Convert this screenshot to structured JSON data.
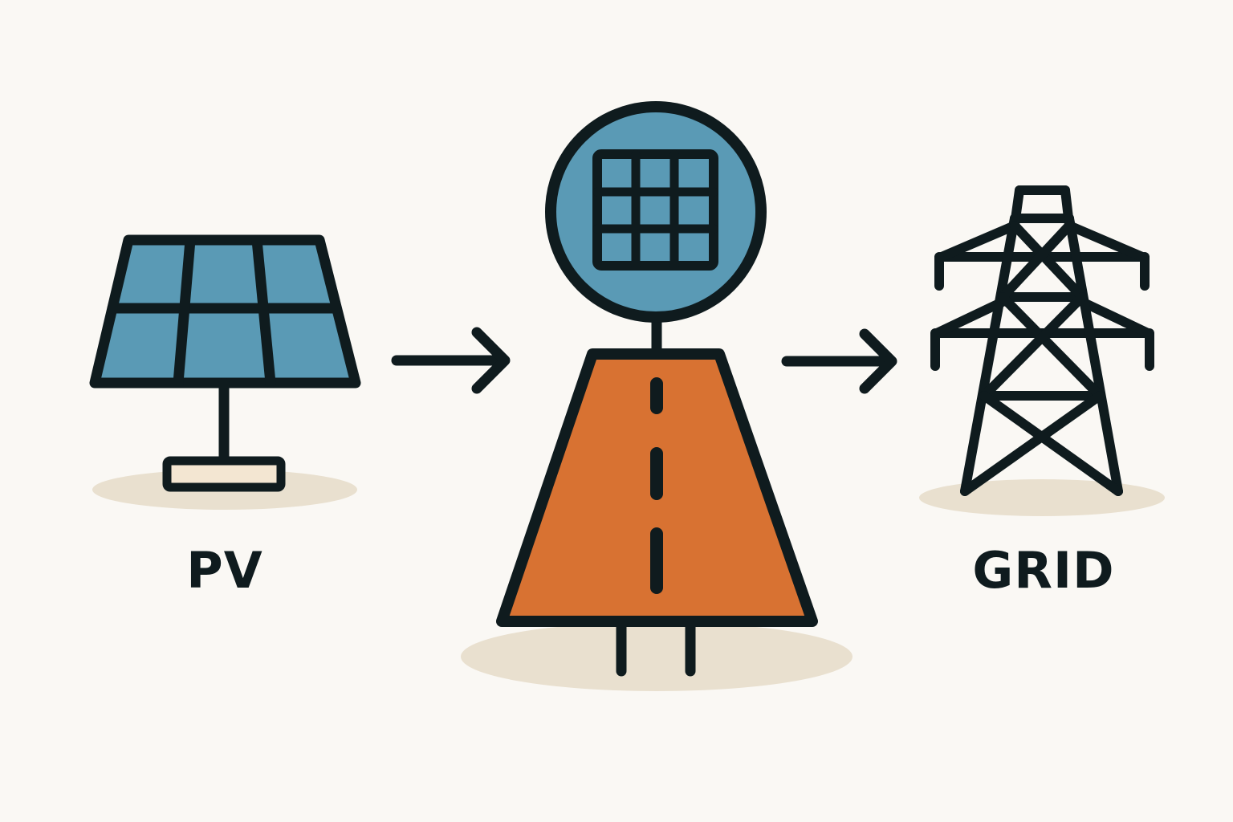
{
  "colors": {
    "background": "#faf8f4",
    "outline": "#0f1b1e",
    "panel_blue": "#5a9ab5",
    "transformer_orange": "#d87232",
    "shadow": "#e9e0cf",
    "base_fill": "#f3e6d2"
  },
  "nodes": [
    {
      "id": "pv",
      "label": "PV",
      "icon": "solar-panel-icon"
    },
    {
      "id": "inverter",
      "label": "",
      "icon": "inverter-unit-icon"
    },
    {
      "id": "grid",
      "label": "GRID",
      "icon": "transmission-tower-icon"
    }
  ],
  "edges": [
    {
      "from": "pv",
      "to": "inverter",
      "icon": "arrow-right-icon"
    },
    {
      "from": "inverter",
      "to": "grid",
      "icon": "arrow-right-icon"
    }
  ]
}
